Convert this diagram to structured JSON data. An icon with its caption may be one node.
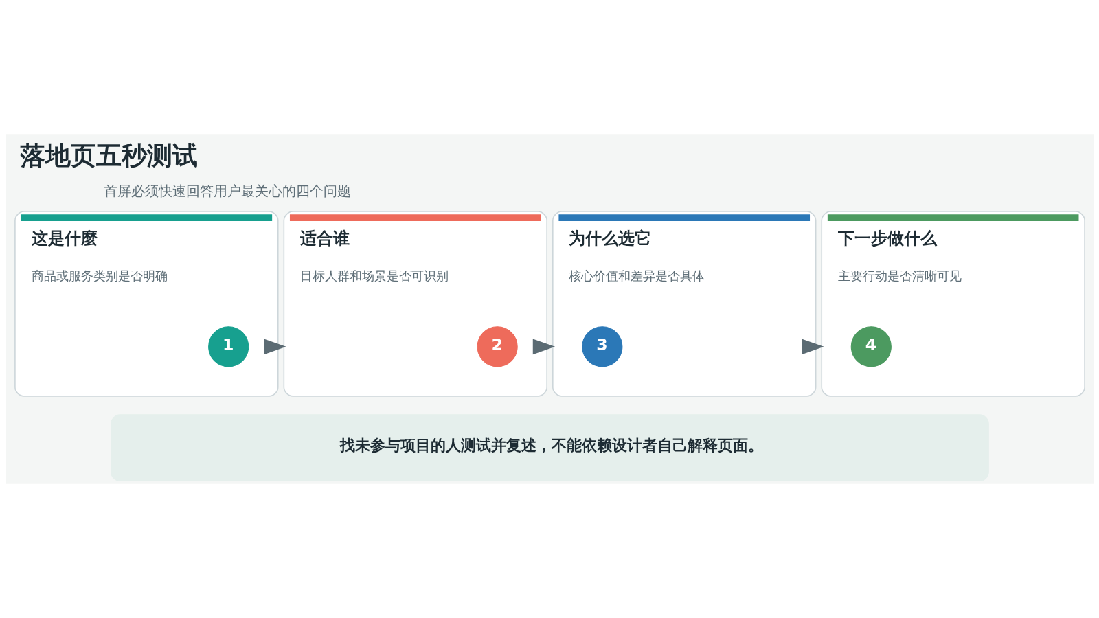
{
  "diagram": {
    "title": "落地页五秒测试",
    "nodes": [
      {
        "text": [
          "这是什麼",
          "商品或服务类别是否明确"
        ]
      },
      {
        "text": [
          "1"
        ],
        "in": 0
      },
      {
        "text": [
          "适合谁",
          "目标人群和场景是否可识别"
        ]
      },
      {
        "text": [
          "2"
        ],
        "in": 2
      },
      {
        "text": [
          "为什么选它",
          "核心价值和差异是否具体"
        ]
      },
      {
        "text": [
          "3"
        ],
        "in": 4
      },
      {
        "text": [
          "下一步做什么",
          "主要行动是否清晰可见"
        ]
      },
      {
        "text": [
          "4"
        ],
        "in": 6
      },
      {
        "text": [
          "找未参与项目的人测试并复述，不能依赖设计者自己解释页面。"
        ]
      }
    ],
    "edges": [
      {
        "from": 0,
        "to": 2,
        "arrow": "to"
      },
      {
        "from": 2,
        "to": 4,
        "arrow": "to"
      },
      {
        "from": 4,
        "to": 6,
        "arrow": "to"
      }
    ],
    "labels": [
      "首屏必须快速回答用户最关心的四个问题"
    ]
  }
}
